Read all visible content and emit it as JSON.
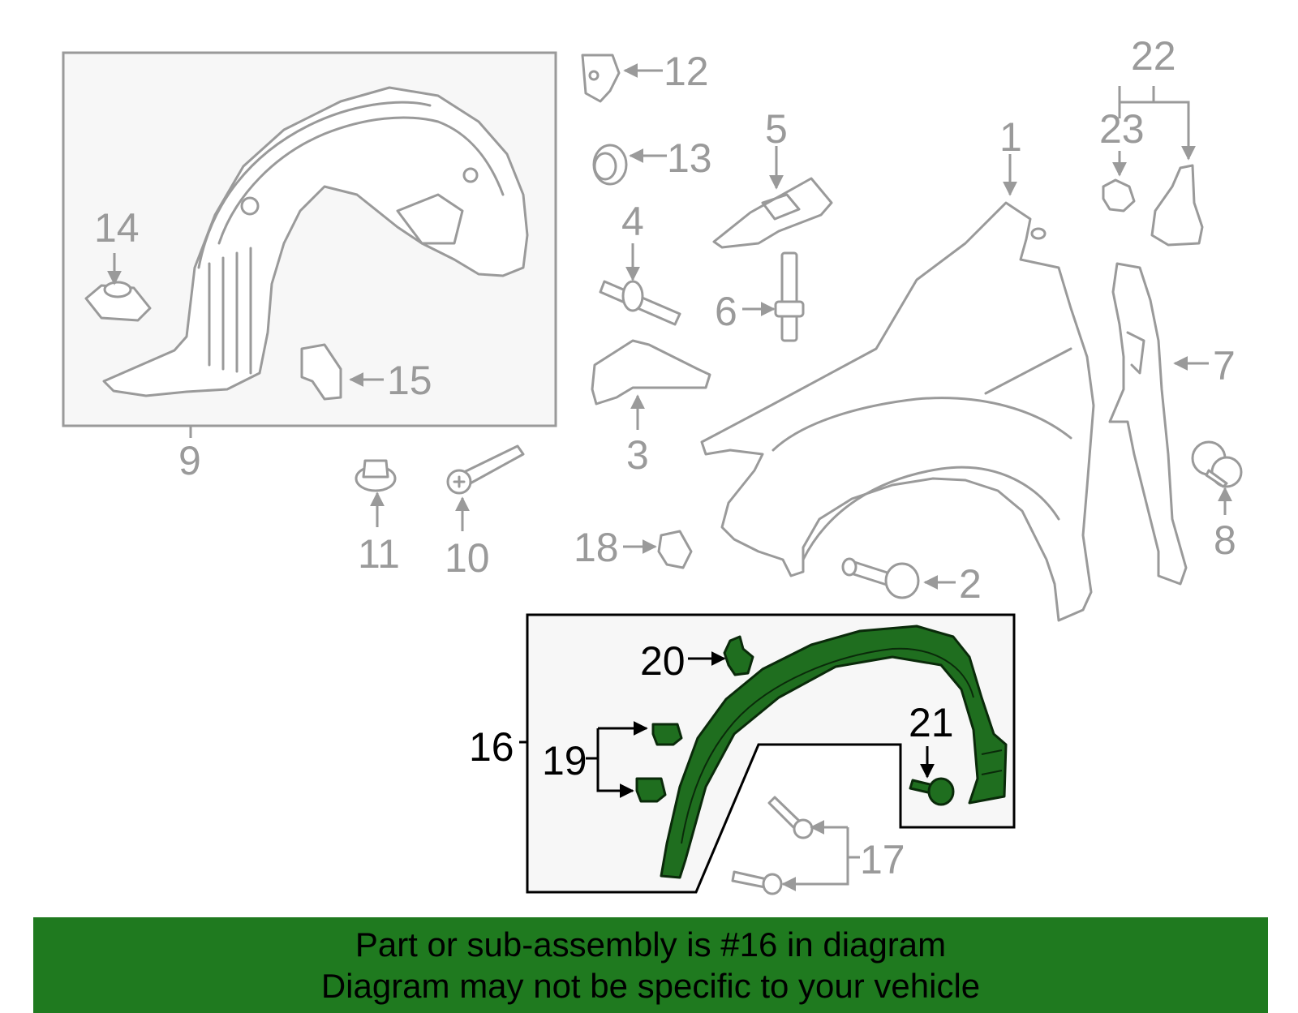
{
  "callouts": {
    "c1": "1",
    "c2": "2",
    "c3": "3",
    "c4": "4",
    "c5": "5",
    "c6": "6",
    "c7": "7",
    "c8": "8",
    "c9": "9",
    "c10": "10",
    "c11": "11",
    "c12": "12",
    "c13": "13",
    "c14": "14",
    "c15": "15",
    "c16": "16",
    "c17": "17",
    "c18": "18",
    "c19": "19",
    "c20": "20",
    "c21": "21",
    "c22": "22",
    "c23": "23"
  },
  "banner": {
    "line1": "Part or sub-assembly is #16 in diagram",
    "line2": "Diagram may not be specific to your vehicle"
  },
  "colors": {
    "highlight": "#1f6e1f",
    "banner": "#1f7a1f",
    "part_outline": "#9a9a9a"
  }
}
